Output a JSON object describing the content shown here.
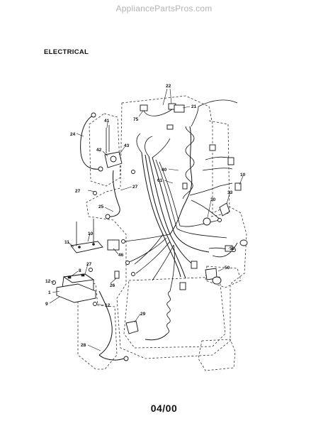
{
  "header": {
    "watermark": "AppliancePartsPros.com"
  },
  "section": {
    "title": "ELECTRICAL"
  },
  "footer": {
    "date_code": "04/00"
  },
  "diagram": {
    "callouts": [
      "22",
      "21",
      "75",
      "24",
      "41",
      "42",
      "43",
      "40",
      "61",
      "27",
      "27",
      "10",
      "33",
      "30",
      "25",
      "10",
      "11",
      "52",
      "46",
      "27",
      "50",
      "8",
      "26",
      "12",
      "1",
      "12",
      "9",
      "29",
      "28"
    ]
  }
}
